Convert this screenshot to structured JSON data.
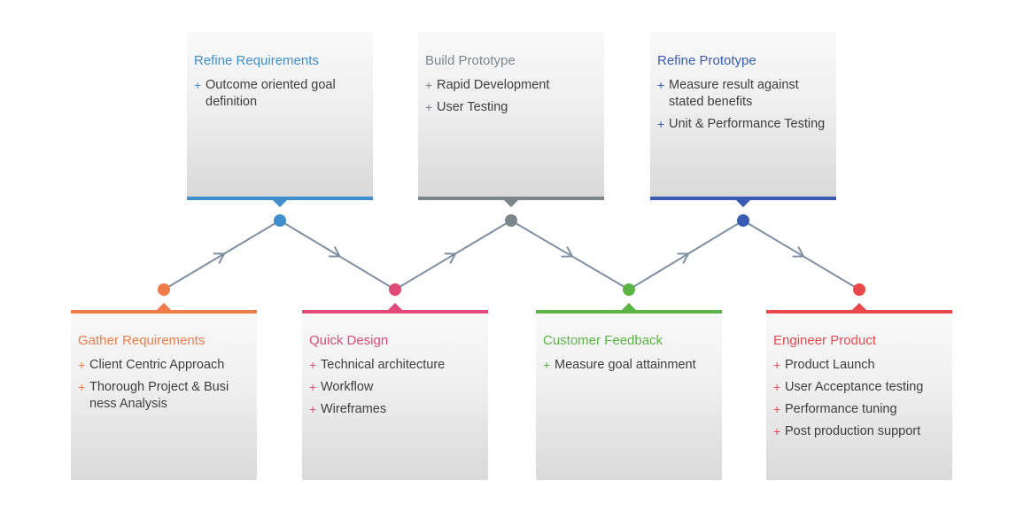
{
  "colors": {
    "connector": "#7f8fa3"
  },
  "stages": [
    {
      "id": "gather-requirements",
      "title": "Gather Requirements",
      "color": "#f07b4a",
      "row": "bottom",
      "items": [
        "Client Centric Approach",
        "Thorough Project & Busi ness Analysis"
      ]
    },
    {
      "id": "refine-requirements",
      "title": "Refine Requirements",
      "color": "#3f8fcf",
      "row": "top",
      "items": [
        "Outcome oriented goal definition"
      ]
    },
    {
      "id": "quick-design",
      "title": "Quick Design",
      "color": "#e04a78",
      "row": "bottom",
      "items": [
        "Technical architecture",
        "Workflow",
        "Wireframes"
      ]
    },
    {
      "id": "build-prototype",
      "title": "Build Prototype",
      "color": "#7b868a",
      "row": "top",
      "items": [
        "Rapid Development",
        "User Testing"
      ]
    },
    {
      "id": "customer-feedback",
      "title": "Customer Feedback",
      "color": "#5bb445",
      "row": "bottom",
      "items": [
        "Measure goal attainment"
      ]
    },
    {
      "id": "refine-prototype",
      "title": "Refine Prototype",
      "color": "#3a5cb0",
      "row": "top",
      "items": [
        "Measure result against stated benefits",
        "Unit & Performance Testing"
      ]
    },
    {
      "id": "engineer-product",
      "title": "Engineer Product",
      "color": "#e8484a",
      "row": "bottom",
      "items": [
        "Product Launch",
        "User Acceptance testing",
        "Performance tuning",
        "Post production support"
      ]
    }
  ]
}
